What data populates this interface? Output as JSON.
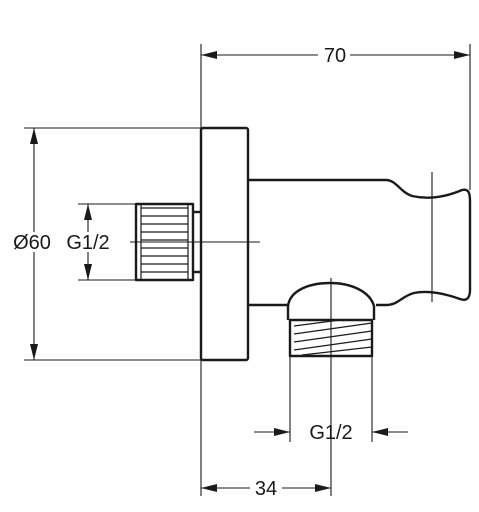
{
  "dimensions": {
    "overall_length": "70",
    "flange_diameter": "Ø60",
    "inlet_thread": "G1/2",
    "outlet_thread": "G1/2",
    "outlet_offset": "34"
  },
  "colors": {
    "line": "#1a1a1a",
    "background": "#ffffff"
  }
}
